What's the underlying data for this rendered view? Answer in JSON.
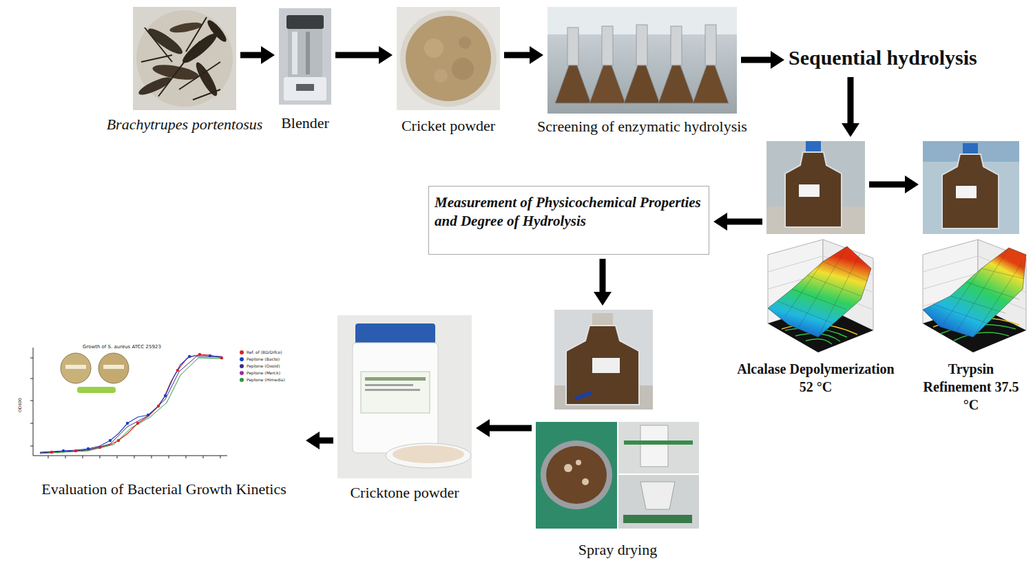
{
  "diagram": {
    "nodes": [
      {
        "text": [
          "Brachytrupes portentosus"
        ]
      },
      {
        "text": [
          "Blender"
        ]
      },
      {
        "text": [
          "Cricket powder"
        ]
      },
      {
        "text": [
          "Screening of enzymatic hydrolysis"
        ]
      },
      {
        "text": [
          "Sequential hydrolysis"
        ]
      },
      {
        "text": [
          "Alcalase Depolymerization 52 °C"
        ]
      },
      {
        "text": [
          "Trypsin Refinement 37.5 °C"
        ]
      },
      {
        "text": [
          "Measurement of Physicochemical Properties and Degree of Hydrolysis"
        ]
      },
      {
        "text": [
          "Spray drying"
        ]
      },
      {
        "text": [
          "Cricktone powder"
        ]
      },
      {
        "text": [
          "Evaluation of Bacterial Growth Kinetics"
        ]
      }
    ],
    "edges": [
      {
        "from": 0,
        "to": 1,
        "arrow": "to"
      },
      {
        "from": 1,
        "to": 2,
        "arrow": "to"
      },
      {
        "from": 2,
        "to": 3,
        "arrow": "to"
      },
      {
        "from": 3,
        "to": 4,
        "arrow": "to"
      },
      {
        "from": 4,
        "to": 5,
        "arrow": "to"
      },
      {
        "from": 5,
        "to": 6,
        "arrow": "to"
      },
      {
        "from": 5,
        "to": 7,
        "arrow": "to"
      },
      {
        "from": 7,
        "to": 8,
        "arrow": "to"
      },
      {
        "from": 8,
        "to": 9,
        "arrow": "to"
      },
      {
        "from": 9,
        "to": 10,
        "arrow": "to"
      }
    ],
    "labels": [
      "Growth of S. aureus ATCC 25923",
      "OD600"
    ],
    "legend": [
      {
        "text": "Ref. of (BD/Difco)",
        "color": "#e02020"
      },
      {
        "text": "Peptone (Bacto)",
        "color": "#1f3fbf"
      },
      {
        "text": "Peptone (Oxoid)",
        "color": "#3a2a8a"
      },
      {
        "text": "Peptone (Merck)",
        "color": "#9a30a0"
      },
      {
        "text": "Peptone (Himedia)",
        "color": "#2a9a3a"
      }
    ]
  }
}
